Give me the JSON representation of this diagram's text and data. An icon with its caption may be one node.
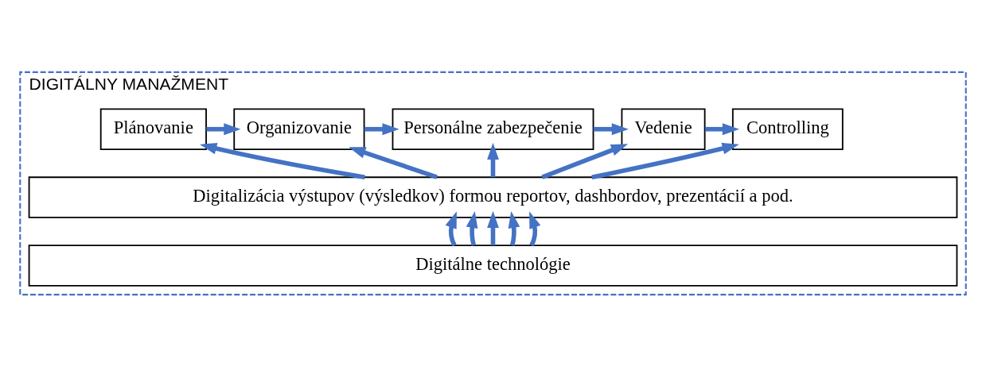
{
  "diagram": {
    "nodes": [
      {
        "text": [
          "DIGITÁLNY MANAŽMENT"
        ]
      },
      {
        "text": [
          "Plánovanie"
        ],
        "in": 0
      },
      {
        "text": [
          "Organizovanie"
        ],
        "in": 0
      },
      {
        "text": [
          "Personálne zabezpečenie"
        ],
        "in": 0
      },
      {
        "text": [
          "Vedenie"
        ],
        "in": 0
      },
      {
        "text": [
          "Controlling"
        ],
        "in": 0
      },
      {
        "text": [
          "Digitalizácia výstupov (výsledkov) formou reportov, dashbordov, prezentácií a pod."
        ],
        "in": 0
      },
      {
        "text": [
          "Digitálne technológie"
        ],
        "in": 0
      }
    ],
    "edges": [
      {
        "from": 1,
        "to": 2,
        "arrow": "to"
      },
      {
        "from": 2,
        "to": 3,
        "arrow": "to"
      },
      {
        "from": 3,
        "to": 4,
        "arrow": "to"
      },
      {
        "from": 4,
        "to": 5,
        "arrow": "to"
      },
      {
        "from": 6,
        "to": 1,
        "arrow": "to"
      },
      {
        "from": 6,
        "to": 2,
        "arrow": "to"
      },
      {
        "from": 6,
        "to": 3,
        "arrow": "to"
      },
      {
        "from": 6,
        "to": 4,
        "arrow": "to"
      },
      {
        "from": 6,
        "to": 5,
        "arrow": "to"
      },
      {
        "from": 7,
        "to": 6,
        "arrow": "to"
      },
      {
        "from": 7,
        "to": 6,
        "arrow": "to"
      },
      {
        "from": 7,
        "to": 6,
        "arrow": "to"
      },
      {
        "from": 7,
        "to": 6,
        "arrow": "to"
      },
      {
        "from": 7,
        "to": 6,
        "arrow": "to"
      }
    ]
  }
}
